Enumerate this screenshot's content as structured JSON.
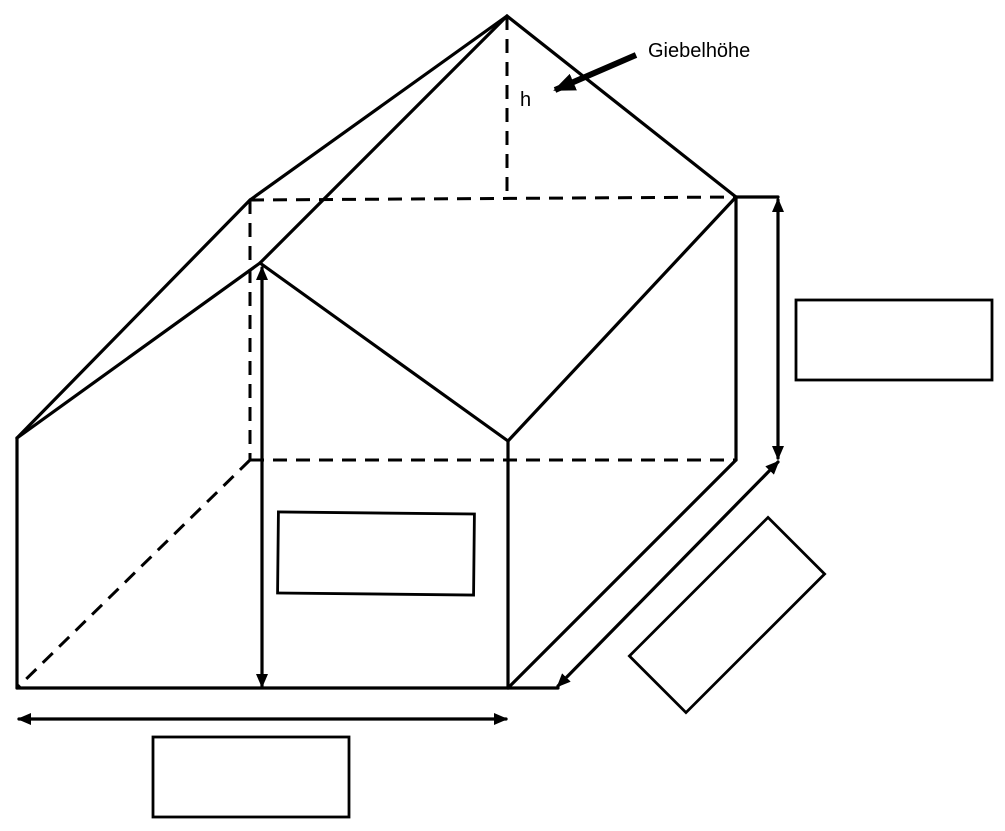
{
  "diagram": {
    "labels": {
      "gable_height": "Giebelhöhe",
      "height_symbol": "h"
    },
    "answer_boxes": [
      {
        "name": "right-answer-box",
        "value": ""
      },
      {
        "name": "front-answer-box",
        "value": ""
      },
      {
        "name": "diagonal-answer-box",
        "value": ""
      },
      {
        "name": "bottom-answer-box",
        "value": ""
      }
    ],
    "colors": {
      "stroke": "#000000",
      "background": "#ffffff"
    }
  }
}
